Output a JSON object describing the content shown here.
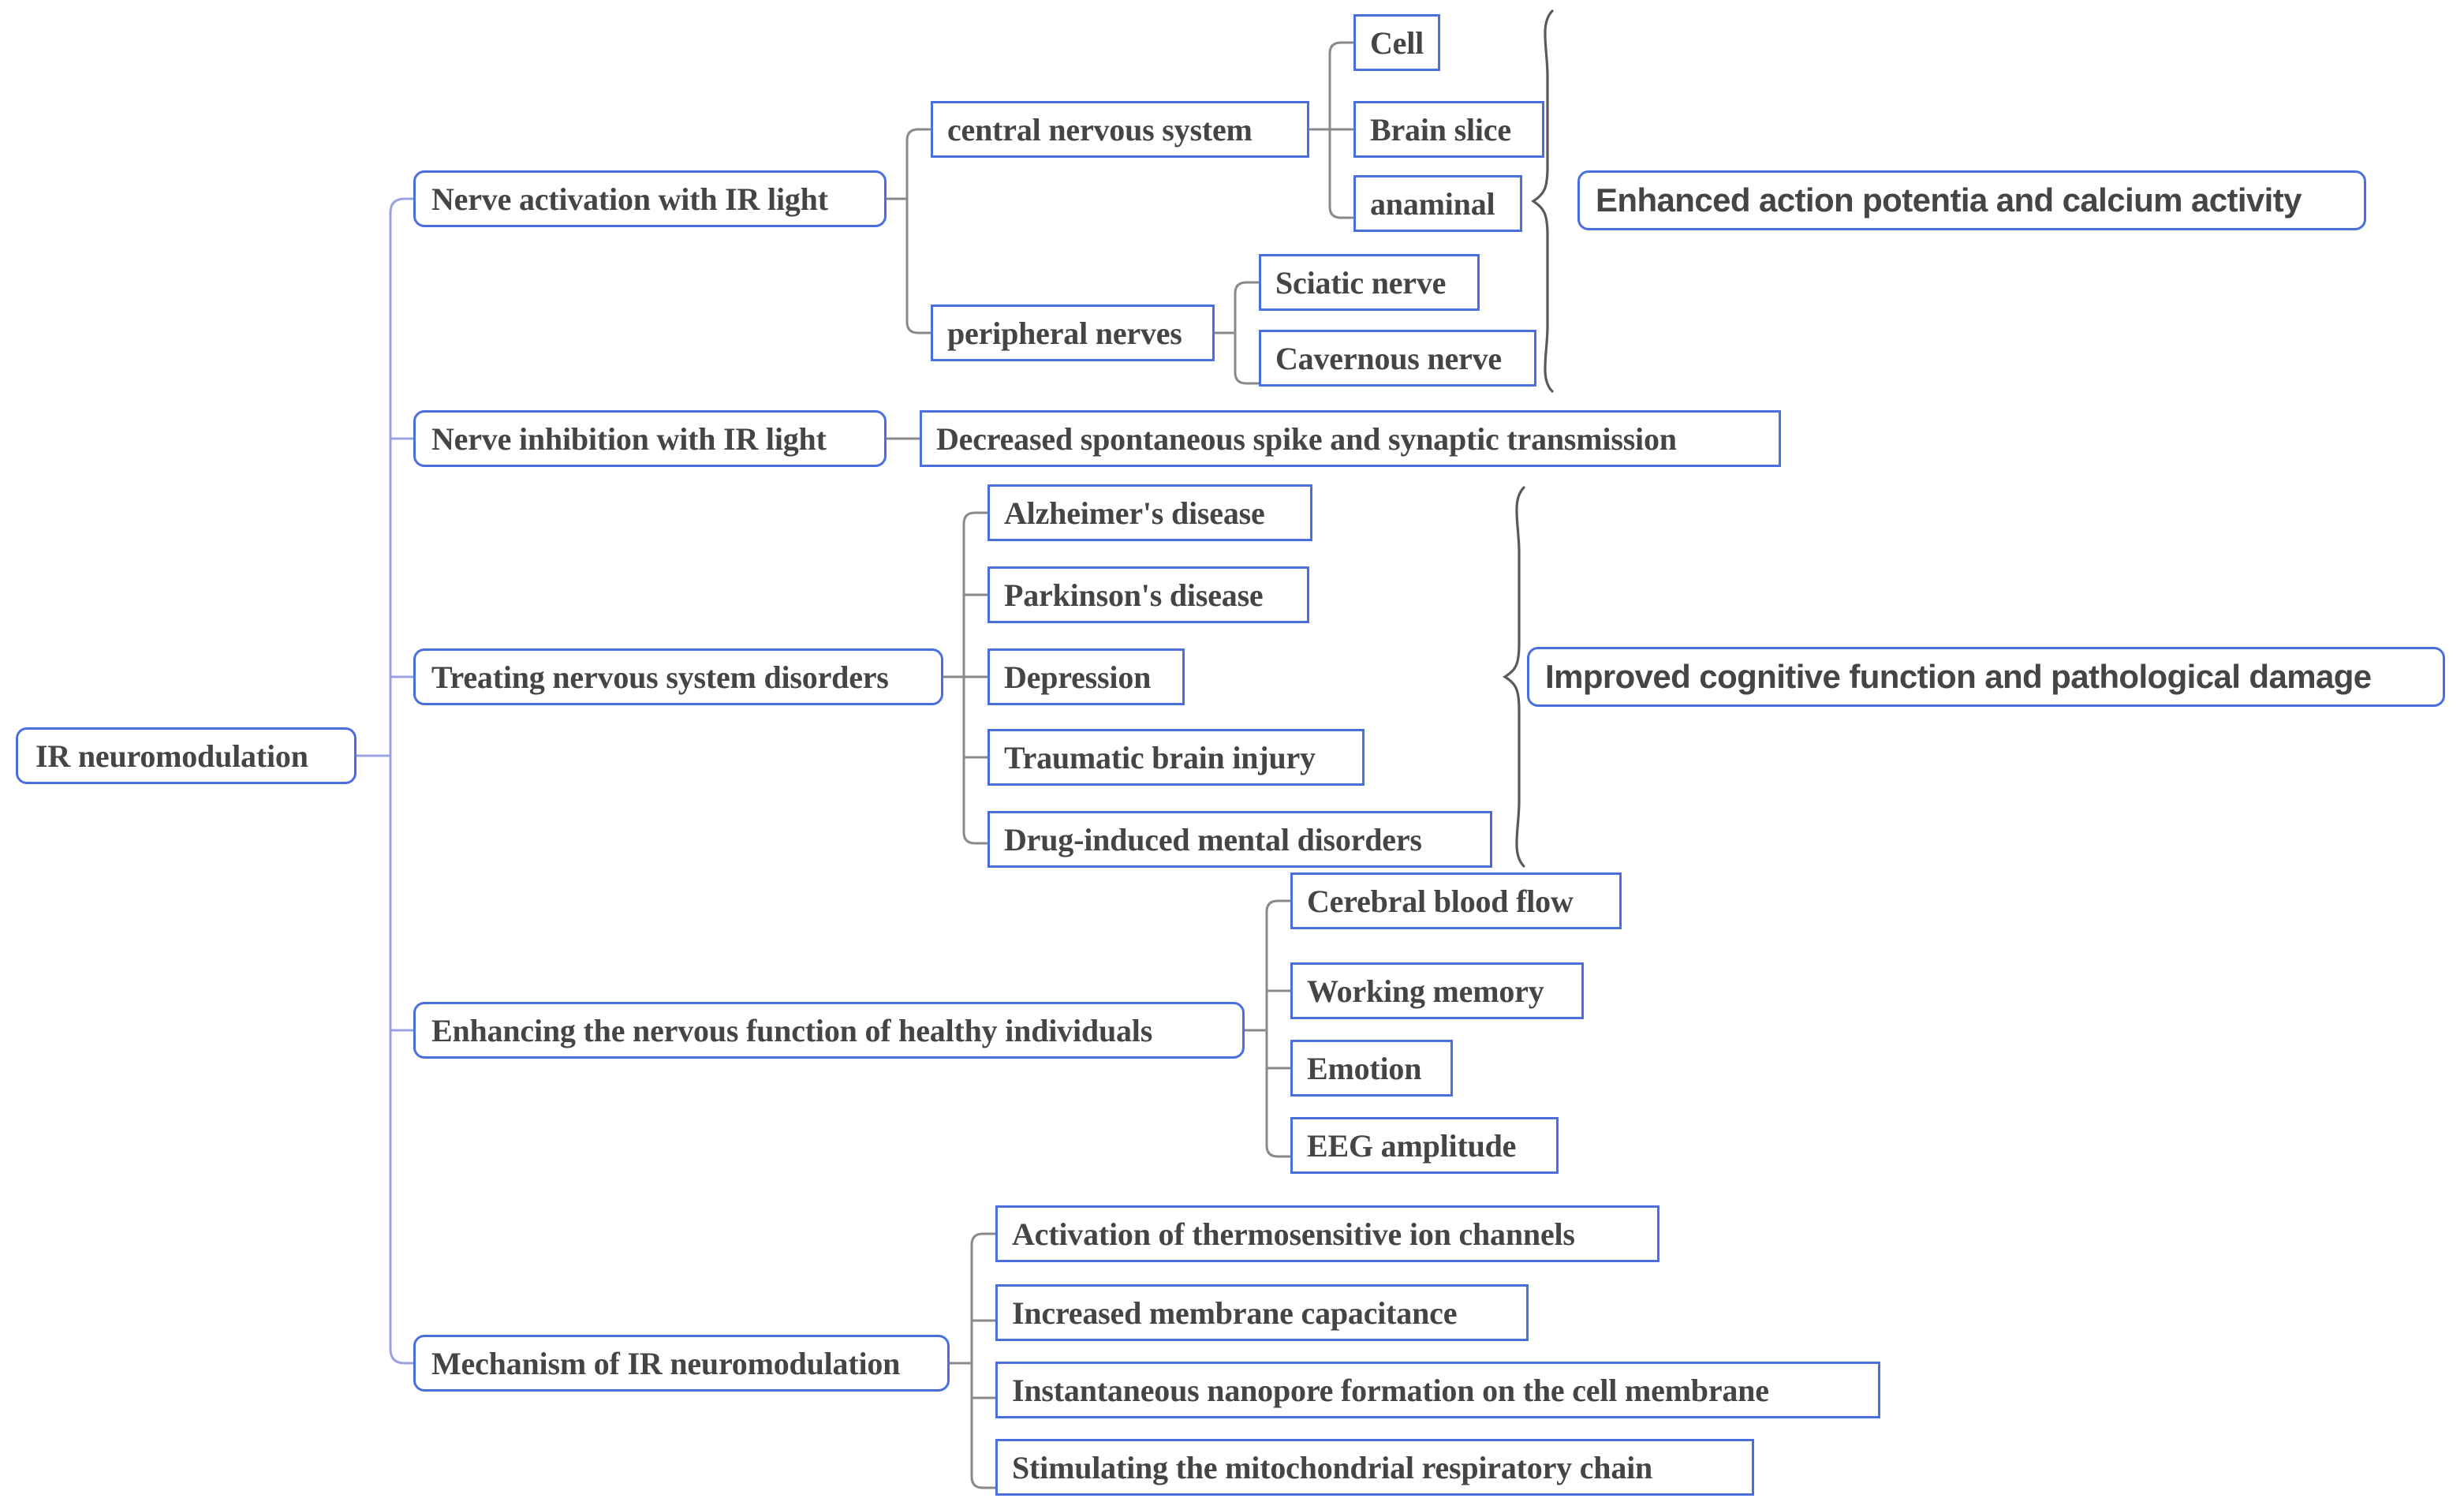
{
  "diagram": {
    "type": "mind-map",
    "title": "IR neuromodulation",
    "orientation": "left-to-right",
    "colors": {
      "node_border": "#4a6fdc",
      "node_background": "#ffffff",
      "text": "#454545",
      "root_connector": "#9aa3e0",
      "branch_connector": "#808080",
      "brace": "#5a5a5a"
    }
  },
  "root": {
    "label": "IR neuromodulation"
  },
  "branches": [
    {
      "id": "nerve-activation",
      "label": "Nerve activation with IR light",
      "children": [
        {
          "id": "central-nervous-system",
          "label": "central nervous system",
          "children": [
            {
              "id": "cell",
              "label": "Cell"
            },
            {
              "id": "brain-slice",
              "label": "Brain slice"
            },
            {
              "id": "anaminal",
              "label": "anaminal"
            }
          ]
        },
        {
          "id": "peripheral-nerves",
          "label": "peripheral nerves",
          "children": [
            {
              "id": "sciatic-nerve",
              "label": "Sciatic nerve"
            },
            {
              "id": "cavernous-nerve",
              "label": "Cavernous nerve"
            }
          ]
        }
      ]
    },
    {
      "id": "nerve-inhibition",
      "label": "Nerve inhibition with IR light",
      "children": [
        {
          "id": "decreased-spike",
          "label": "Decreased spontaneous spike and synaptic transmission",
          "children": []
        }
      ]
    },
    {
      "id": "treating-disorders",
      "label": "Treating nervous system disorders",
      "children": [
        {
          "id": "alzheimers-disease",
          "label": "Alzheimer's disease",
          "children": []
        },
        {
          "id": "parkinsons-disease",
          "label": "Parkinson's disease",
          "children": []
        },
        {
          "id": "depression",
          "label": "Depression",
          "children": []
        },
        {
          "id": "traumatic-brain-injury",
          "label": "Traumatic brain injury",
          "children": []
        },
        {
          "id": "drug-induced-mental-disorders",
          "label": "Drug-induced mental disorders",
          "children": []
        }
      ]
    },
    {
      "id": "enhancing-healthy",
      "label": "Enhancing the nervous function of healthy individuals",
      "children": [
        {
          "id": "cerebral-blood-flow",
          "label": "Cerebral blood flow",
          "children": []
        },
        {
          "id": "working-memory",
          "label": "Working memory",
          "children": []
        },
        {
          "id": "emotion",
          "label": "Emotion",
          "children": []
        },
        {
          "id": "eeg-amplitude",
          "label": "EEG amplitude",
          "children": []
        }
      ]
    },
    {
      "id": "mechanism",
      "label": "Mechanism of IR neuromodulation",
      "children": [
        {
          "id": "thermosensitive-ion-channels",
          "label": "Activation of thermosensitive ion channels",
          "children": []
        },
        {
          "id": "membrane-capacitance",
          "label": "Increased membrane capacitance",
          "children": []
        },
        {
          "id": "nanopore-formation",
          "label": "Instantaneous nanopore formation on the cell membrane",
          "children": []
        },
        {
          "id": "mitochondrial-respiratory-chain",
          "label": "Stimulating the mitochondrial respiratory chain",
          "children": []
        }
      ]
    }
  ],
  "outcomes": [
    {
      "id": "enhanced-action-potentia",
      "label": "Enhanced action potentia and calcium activity",
      "brace_for": "nerve-activation"
    },
    {
      "id": "improved-cognitive-function",
      "label": "Improved cognitive function and pathological damage",
      "brace_for": "treating-disorders"
    }
  ]
}
